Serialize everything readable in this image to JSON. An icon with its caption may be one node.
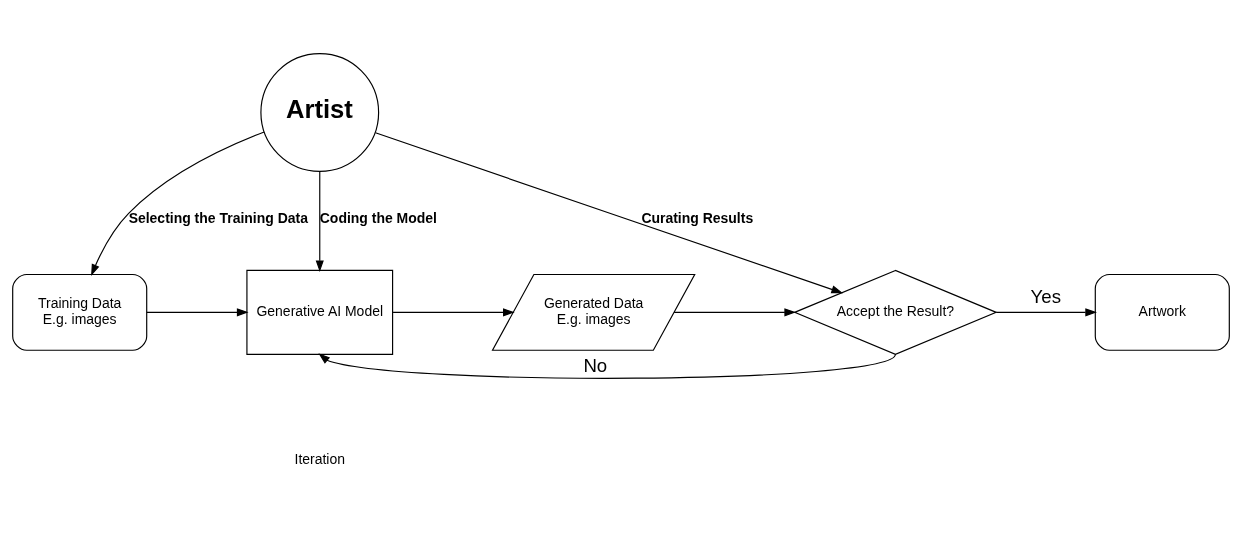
{
  "diagram": {
    "nodes": [
      {
        "text": [
          "Artist"
        ]
      },
      {
        "text": [
          "Training Data",
          "E.g. images"
        ]
      },
      {
        "text": [
          "Generative AI Model"
        ]
      },
      {
        "text": [
          "Generated Data",
          "E.g. images"
        ]
      },
      {
        "text": [
          "Accept the Result?"
        ]
      },
      {
        "text": [
          "Artwork"
        ]
      }
    ],
    "edges": [
      {
        "from": 0,
        "to": 1,
        "arrow": "to",
        "label": "Selecting the Training Data"
      },
      {
        "from": 0,
        "to": 2,
        "arrow": "to",
        "label": "Coding the Model"
      },
      {
        "from": 0,
        "to": 4,
        "arrow": "to",
        "label": "Curating Results"
      },
      {
        "from": 1,
        "to": 2,
        "arrow": "to"
      },
      {
        "from": 2,
        "to": 3,
        "arrow": "to"
      },
      {
        "from": 3,
        "to": 4,
        "arrow": "to"
      },
      {
        "from": 4,
        "to": 5,
        "arrow": "to",
        "label": "Yes"
      },
      {
        "from": 4,
        "to": 2,
        "arrow": "to",
        "label": "No"
      }
    ],
    "labels": [
      "Iteration"
    ]
  }
}
